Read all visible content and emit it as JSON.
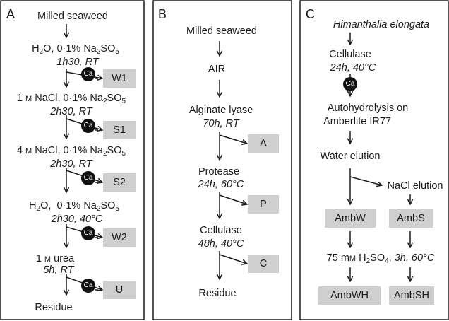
{
  "panelA": {
    "label": "A",
    "start": "Milled seaweed",
    "steps": [
      {
        "reagent": "H₂O, 0·1% Na₂SO₅",
        "condition": "1h30, RT",
        "fraction": "W1"
      },
      {
        "reagent": "1 M NaCl, 0·1% Na₂SO₅",
        "condition": "2h30, RT",
        "fraction": "S1"
      },
      {
        "reagent": "4 M NaCl, 0·1% Na₂SO₅",
        "condition": "2h30, RT",
        "fraction": "S2"
      },
      {
        "reagent": "H₂O,  0·1% Na₂SO₅",
        "condition": "2h30, 40°C",
        "fraction": "W2"
      },
      {
        "reagent": "1 M urea",
        "condition": "5h, RT",
        "fraction": "U"
      }
    ],
    "end": "Residue",
    "ca": "Ca"
  },
  "panelB": {
    "label": "B",
    "start": "Milled seaweed",
    "air": "AIR",
    "steps": [
      {
        "reagent": "Alginate lyase",
        "condition": "70h, RT",
        "fraction": "A"
      },
      {
        "reagent": "Protease",
        "condition": "24h, 60°C",
        "fraction": "P"
      },
      {
        "reagent": "Cellulase",
        "condition": "48h, 40°C",
        "fraction": "C"
      }
    ],
    "end": "Residue"
  },
  "panelC": {
    "label": "C",
    "species": "Himanthalia elongata",
    "enzyme": "Cellulase",
    "enzyme_condition": "24h, 40°C",
    "ca": "Ca",
    "autohydrolysis_1": "Autohydrolysis on",
    "autohydrolysis_2": "Amberlite IR77",
    "water_elution": "Water elution",
    "nacl_elution": "NaCl elution",
    "ambw": "AmbW",
    "ambs": "AmbS",
    "acid": "75 mM H₂SO₄, ",
    "acid_condition": "3h, 60°C",
    "ambwh": "AmbWH",
    "ambsh": "AmbSH"
  }
}
